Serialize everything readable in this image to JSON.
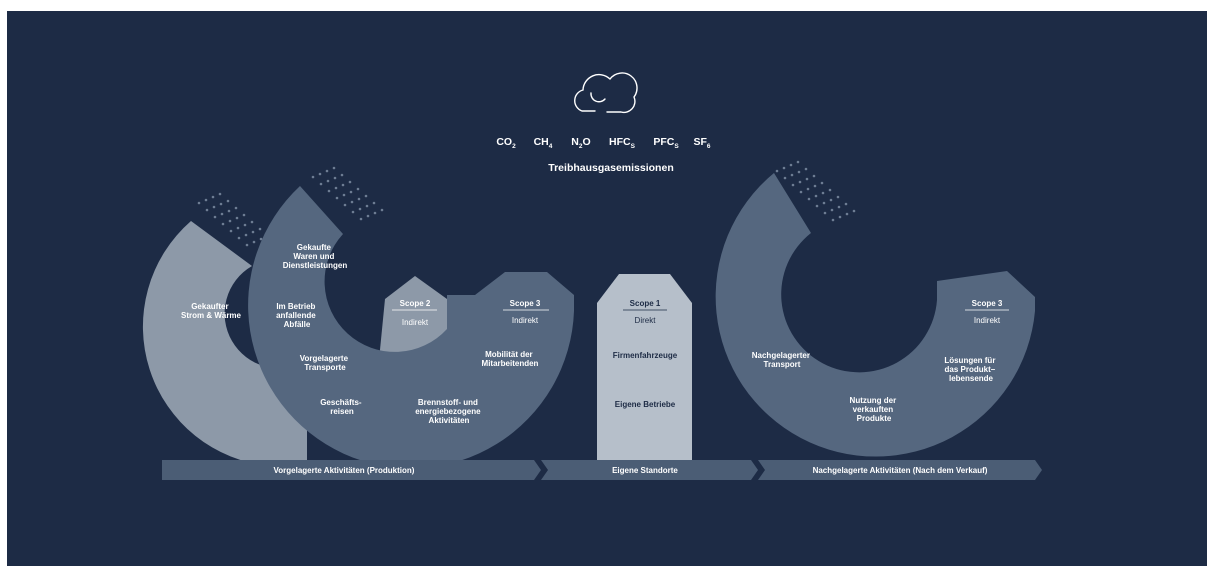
{
  "gases": [
    {
      "base": "CO",
      "sub": "2",
      "tail": ""
    },
    {
      "base": "CH",
      "sub": "4",
      "tail": ""
    },
    {
      "base": "N",
      "sub": "2",
      "tail": "O"
    },
    {
      "base": "HFC",
      "sub": "S",
      "tail": ""
    },
    {
      "base": "PFC",
      "sub": "S",
      "tail": ""
    },
    {
      "base": "SF",
      "sub": "6",
      "tail": ""
    }
  ],
  "title": "Treibhausgasemissionen",
  "icon": "cloud-icon",
  "colors": {
    "background": "#1d2b45",
    "light_arc": "#8d99a8",
    "mid_arc": "#55677f",
    "scope1": "#b6bfca",
    "bar": "#4b5d75"
  },
  "scope2": {
    "title": "Scope 2",
    "subtitle": "Indirekt"
  },
  "scope3_upstream": {
    "title": "Scope 3",
    "subtitle": "Indirekt"
  },
  "scope1": {
    "title": "Scope 1",
    "subtitle": "Direkt"
  },
  "scope3_downstream": {
    "title": "Scope 3",
    "subtitle": "Indirekt"
  },
  "upstream_activities": {
    "purchased_energy": [
      "Gekaufter",
      "Strom & Wärme"
    ],
    "purchased_goods": [
      "Gekaufte",
      "Waren und",
      "Dienstleistungen"
    ],
    "waste": [
      "Im Betrieb",
      "anfallende",
      "Abfälle"
    ],
    "upstream_transport": [
      "Vorgelagerte",
      "Transporte"
    ],
    "business_travel": [
      "Geschäfts-",
      "reisen"
    ],
    "fuel_energy": [
      "Brennstoff- und",
      "energiebezogene",
      "Aktivitäten"
    ],
    "commuting": [
      "Mobilität der",
      "Mitarbeitenden"
    ]
  },
  "own_activities": {
    "vehicles": "Firmenfahrzeuge",
    "operations": "Eigene Betriebe"
  },
  "downstream_activities": {
    "downstream_transport": [
      "Nachgelagerter",
      "Transport"
    ],
    "end_of_life": [
      "Lösungen für",
      "das Produkt–",
      "lebensende"
    ],
    "use_of_products": [
      "Nutzung der",
      "verkauften",
      "Produkte"
    ]
  },
  "bottom_bar": {
    "upstream": "Vorgelagerte Aktivitäten (Produktion)",
    "own": "Eigene Standorte",
    "downstream": "Nachgelagerte Aktivitäten (Nach dem Verkauf)"
  }
}
